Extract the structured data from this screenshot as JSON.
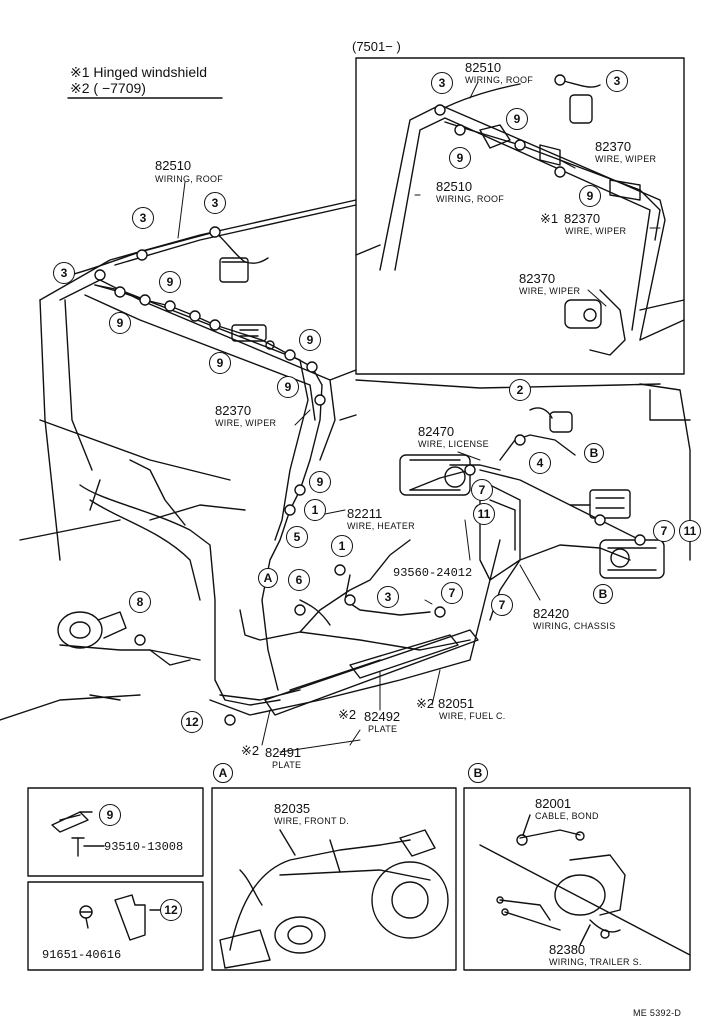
{
  "notes": {
    "note1_mark": "※1",
    "note1_text": "Hinged windshield",
    "note2_mark": "※2",
    "note2_text": "(     −7709)"
  },
  "inset": {
    "range": "(7501−       )"
  },
  "parts": [
    {
      "number": "82510",
      "desc": "WIRING, ROOF"
    },
    {
      "number": "82510",
      "desc": "WIRING, ROOF"
    },
    {
      "number": "82510",
      "desc": "WIRING, ROOF"
    },
    {
      "number": "82370",
      "desc": "WIRE, WIPER"
    },
    {
      "number": "82370",
      "desc": "WIRE, WIPER"
    },
    {
      "number": "82370",
      "desc": "WIRE, WIPER"
    },
    {
      "number": "82370",
      "desc": "WIRE, WIPER"
    },
    {
      "number": "82470",
      "desc": "WIRE, LICENSE"
    },
    {
      "number": "82211",
      "desc": "WIRE, HEATER"
    },
    {
      "number": "93560-24012",
      "desc": ""
    },
    {
      "number": "82420",
      "desc": "WIRING, CHASSIS"
    },
    {
      "number": "82051",
      "desc": "WIRE, FUEL C."
    },
    {
      "number": "82492",
      "desc": "PLATE"
    },
    {
      "number": "82491",
      "desc": "PLATE"
    },
    {
      "number": "82035",
      "desc": "WIRE, FRONT D."
    },
    {
      "number": "82001",
      "desc": "CABLE, BOND"
    },
    {
      "number": "82380",
      "desc": "WIRING, TRAILER S."
    },
    {
      "number": "93510-13008",
      "desc": ""
    },
    {
      "number": "91651-40616",
      "desc": ""
    }
  ],
  "marks": {
    "ast1": "※1",
    "ast2": "※2"
  },
  "callouts": {
    "c1": "1",
    "c2": "2",
    "c3": "3",
    "c4": "4",
    "c5": "5",
    "c6": "6",
    "c7": "7",
    "c8": "8",
    "c9": "9",
    "c11": "11",
    "c12": "12",
    "A": "A",
    "B": "B"
  },
  "footer": {
    "code": "ME 5392-D"
  }
}
